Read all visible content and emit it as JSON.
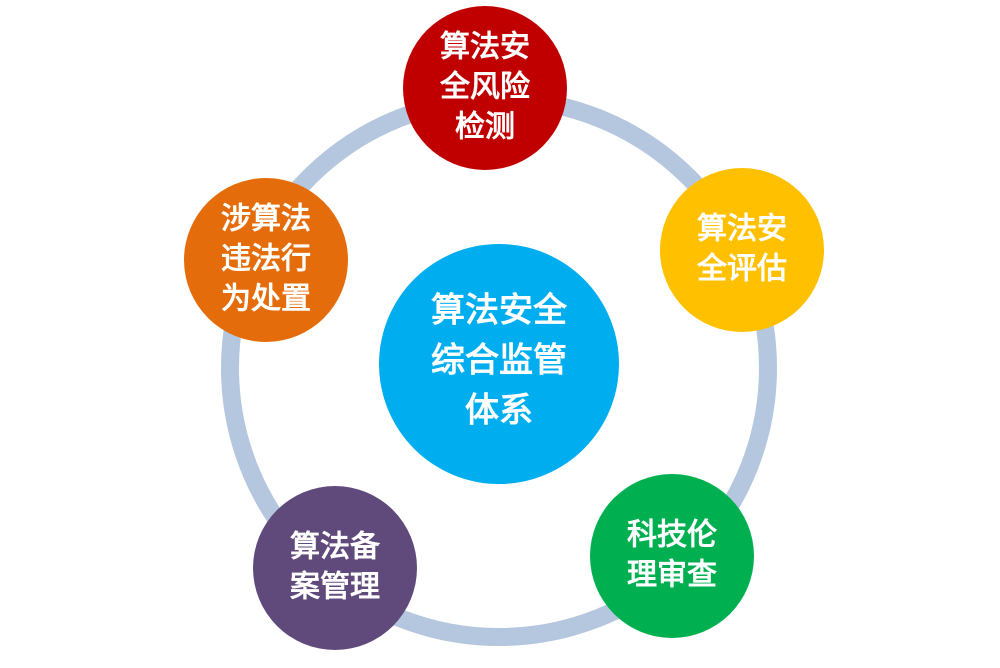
{
  "diagram": {
    "center": {
      "lines": [
        "算法安全",
        "综合监管",
        "体系"
      ],
      "color": "#00AEEF"
    },
    "ring_color": "#B4C7DF",
    "nodes": [
      {
        "id": "risk-detection",
        "lines": [
          "算法安",
          "全风险",
          "检测"
        ],
        "color": "#C00000"
      },
      {
        "id": "security-assessment",
        "lines": [
          "算法安",
          "全评估"
        ],
        "color": "#FFC000"
      },
      {
        "id": "ethics-review",
        "lines": [
          "科技伦",
          "理审查"
        ],
        "color": "#00B050"
      },
      {
        "id": "filing-management",
        "lines": [
          "算法备",
          "案管理"
        ],
        "color": "#604A7B"
      },
      {
        "id": "violation-handling",
        "lines": [
          "涉算法",
          "违法行",
          "为处置"
        ],
        "color": "#E46C0A"
      }
    ]
  }
}
